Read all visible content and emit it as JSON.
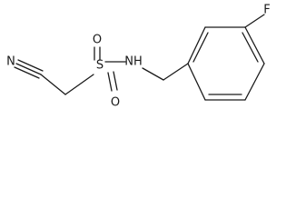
{
  "molecule": {
    "atoms": {
      "nitrile_n": "N",
      "sulfonyl_o_top": "O",
      "sulfur": "S",
      "sulfonyl_o_bottom": "O",
      "amide_nh": "NH",
      "fluorine": "F"
    }
  },
  "colors": {
    "ink": "#1a1a1a",
    "background": "#ffffff"
  }
}
